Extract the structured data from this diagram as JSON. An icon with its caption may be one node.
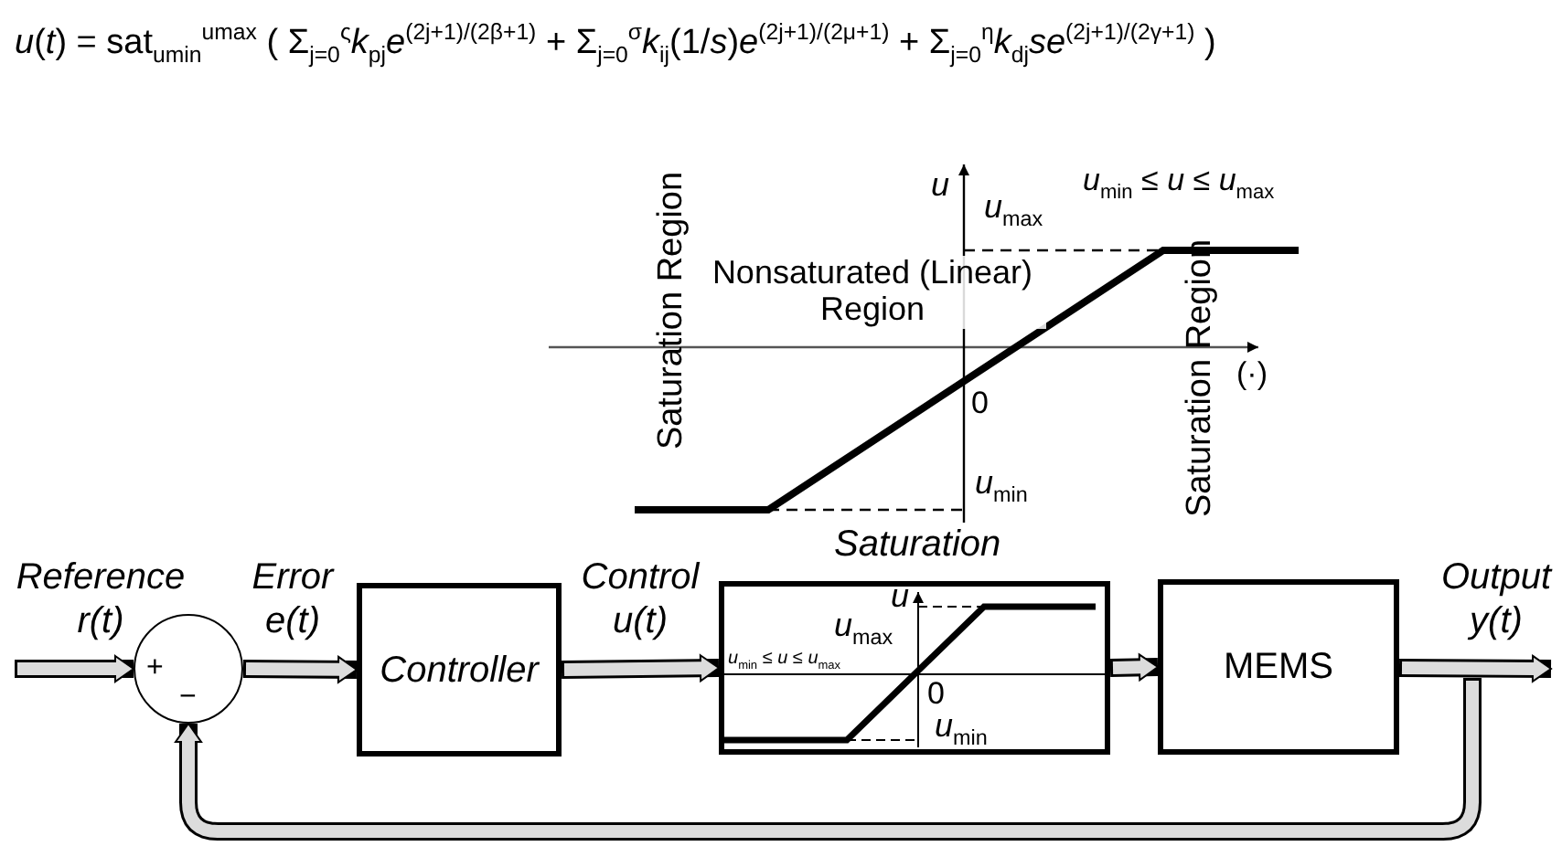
{
  "diagram": {
    "nodes": [
      {
        "text": [
          "+",
          "−"
        ]
      },
      {
        "text": [
          "Controller"
        ]
      },
      {
        "text": [
          "Saturation",
          "*u*",
          "*u*$_{max}$",
          "*u*$_{min}$ ≤ *u* ≤ *u*$_{max}$",
          "0",
          "*u*$_{min}$"
        ]
      },
      {
        "text": [
          "MEMS"
        ]
      }
    ],
    "edges": [
      {
        "from": null,
        "to": 0,
        "arrow": "to",
        "label": "Reference r(t)"
      },
      {
        "from": 0,
        "to": 1,
        "arrow": "to",
        "label": "Error e(t)"
      },
      {
        "from": 1,
        "to": 2,
        "arrow": "to",
        "label": "Control u(t)"
      },
      {
        "from": 2,
        "to": 3,
        "arrow": "to"
      },
      {
        "from": 3,
        "to": null,
        "arrow": "to",
        "label": "Output y(t)"
      },
      {
        "from": 3,
        "to": 0,
        "arrow": "to"
      }
    ],
    "labels": [
      "*u*(*t*) = sat$_{umin}$$^{umax}$ ( Σ$_{j=0}$$^{ς}$*k*$_{pj}$*e*$^{(2j+1)/(2β+1)}$ + Σ$_{j=0}$$^{σ}$*k*$_{ij}$(1/*s*)*e*$^{(2j+1)/(2μ+1)}$ + Σ$_{j=0}$$^{η}$*k*$_{dj}$*se*$^{(2j+1)/(2γ+1)}$ )",
      "Saturation Region",
      "*u*",
      "*u*$_{max}$",
      "Nonsaturated (Linear) Region",
      "*u*$_{min}$ ≤ *u* ≤ *u*$_{max}$",
      "(·)",
      "0",
      "*u*$_{min}$",
      "Saturation Region"
    ]
  }
}
